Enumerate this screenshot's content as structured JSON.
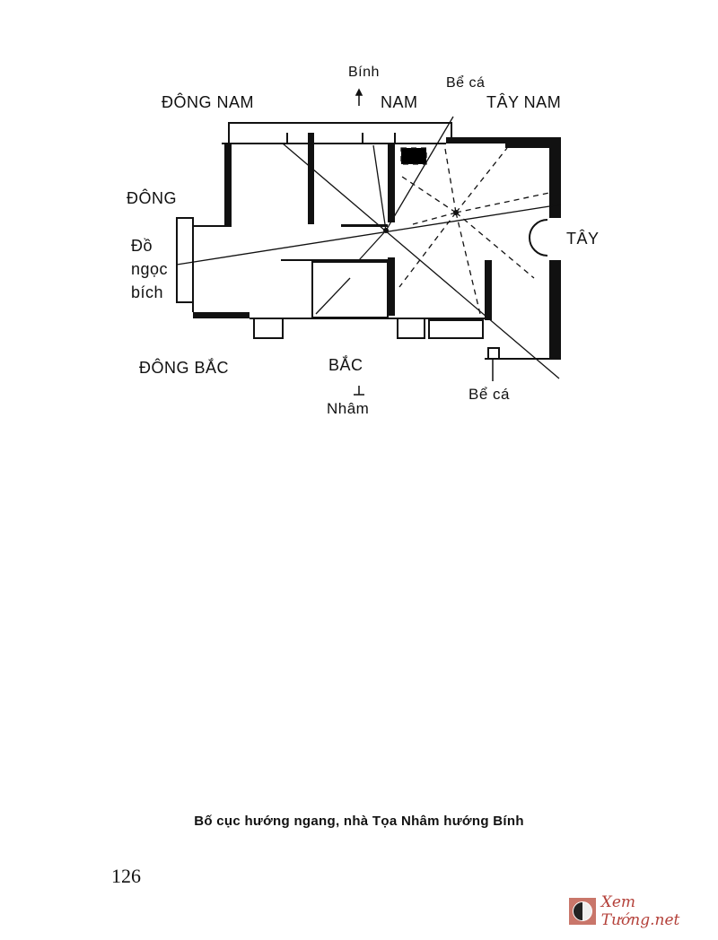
{
  "diagram": {
    "directions": {
      "southeast": "ĐÔNG NAM",
      "south": "NAM",
      "southwest": "TÂY NAM",
      "east": "ĐÔNG",
      "west": "TÂY",
      "northeast": "ĐÔNG BẮC",
      "north": "BẮC"
    },
    "facing": "Bính",
    "sitting": "Nhâm",
    "fish_tank_top": "Bể cá",
    "fish_tank_bottom": "Bể cá",
    "jade_item": [
      "Đồ",
      "ngọc",
      "bích"
    ]
  },
  "caption": "Bố cục hướng ngang, nhà Tọa Nhâm hướng Bính",
  "page_number": "126",
  "watermark": "Xem Tướng.net"
}
